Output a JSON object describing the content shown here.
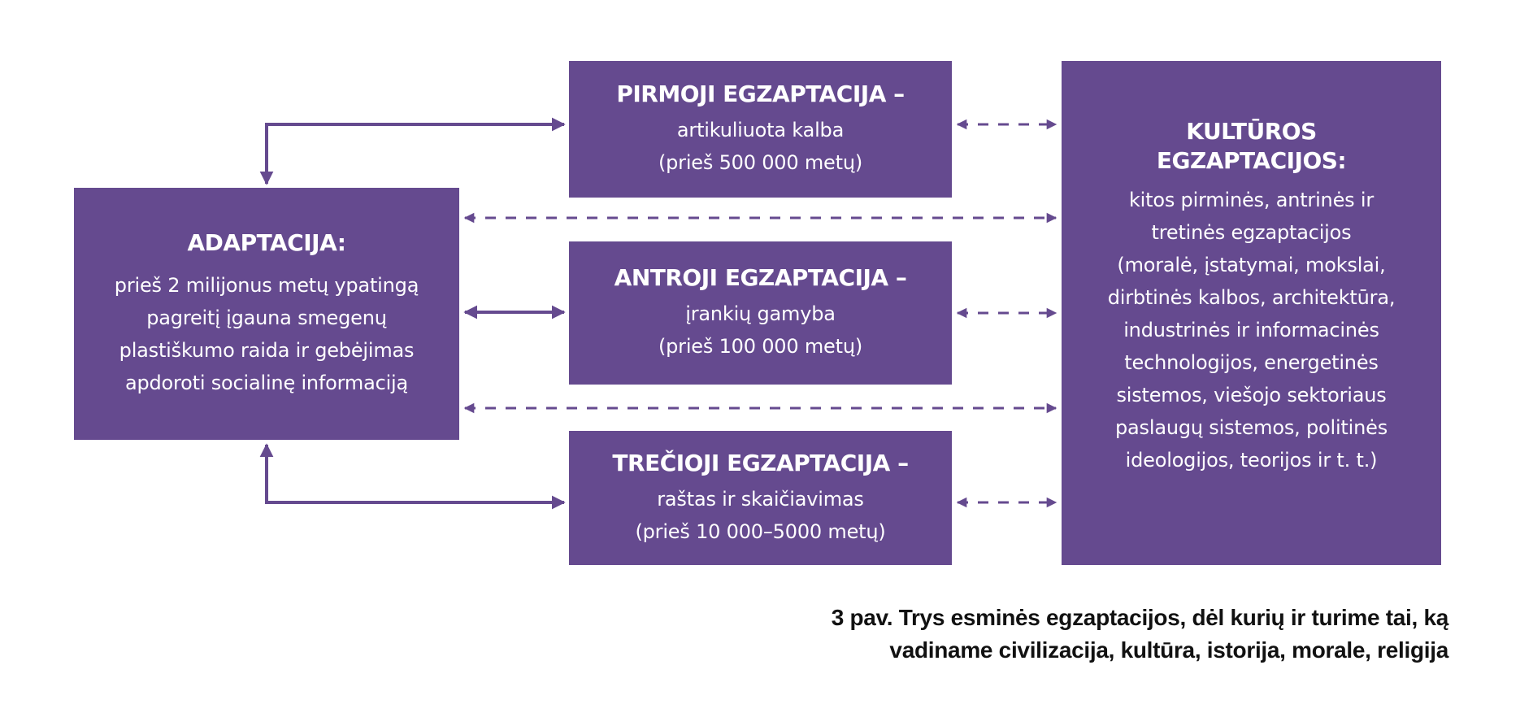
{
  "colors": {
    "box_fill": "#654A8F",
    "box_text": "#FFFFFF",
    "arrow": "#654A8F",
    "caption_text": "#111111",
    "background": "#FFFFFF"
  },
  "adaptation": {
    "title": "ADAPTACIJA:",
    "lines": [
      "prieš 2 milijonus metų ypatingą",
      "pagreitį įgauna smegenų",
      "plastiškumo raida ir gebėjimas",
      "apdoroti socialinę informaciją"
    ]
  },
  "exaptations": [
    {
      "title": "PIRMOJI EGZAPTACIJA –",
      "lines": [
        "artikuliuota kalba",
        "(prieš 500 000 metų)"
      ]
    },
    {
      "title": "ANTROJI EGZAPTACIJA –",
      "lines": [
        "įrankių gamyba",
        "(prieš 100 000 metų)"
      ]
    },
    {
      "title": "TREČIOJI EGZAPTACIJA –",
      "lines": [
        "raštas ir skaičiavimas",
        "(prieš 10 000–5000 metų)"
      ]
    }
  ],
  "culture": {
    "title_lines": [
      "KULTŪROS",
      "EGZAPTACIJOS:"
    ],
    "lines": [
      "kitos pirminės, antrinės ir",
      "tretinės egzaptacijos",
      "(moralė, įstatymai, mokslai,",
      "dirbtinės kalbos, architektūra,",
      "industrinės ir informacinės",
      "technologijos, energetinės",
      "sistemos, viešojo sektoriaus",
      "paslaugų sistemos, politinės",
      "ideologijos, teorijos ir t. t.)"
    ]
  },
  "connections": [
    {
      "from": "adaptation",
      "to": "exaptation-1",
      "style": "solid",
      "direction": "both"
    },
    {
      "from": "adaptation",
      "to": "exaptation-2",
      "style": "solid",
      "direction": "both"
    },
    {
      "from": "adaptation",
      "to": "exaptation-3",
      "style": "solid",
      "direction": "both"
    },
    {
      "from": "adaptation",
      "to": "culture",
      "style": "dashed",
      "direction": "both",
      "count": 2
    },
    {
      "from": "exaptation-1",
      "to": "culture",
      "style": "dashed",
      "direction": "both"
    },
    {
      "from": "exaptation-2",
      "to": "culture",
      "style": "dashed",
      "direction": "both"
    },
    {
      "from": "exaptation-3",
      "to": "culture",
      "style": "dashed",
      "direction": "both"
    }
  ],
  "caption": {
    "line1": "3 pav. Trys esminės egzaptacijos, dėl kurių ir turime tai, ką",
    "line2": "vadiname civilizacija, kultūra, istorija, morale, religija"
  }
}
